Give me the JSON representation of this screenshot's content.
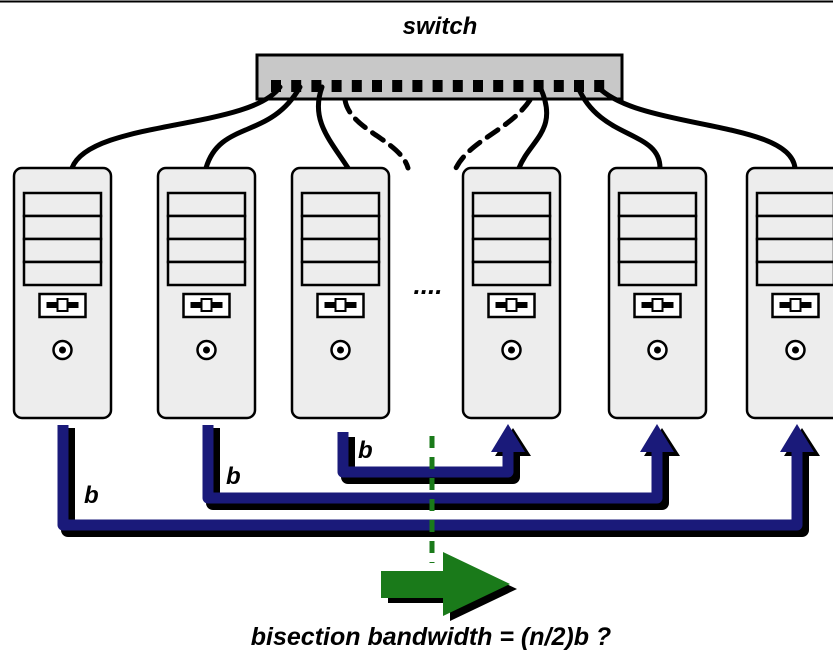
{
  "diagram": {
    "switch_label": "switch",
    "ellipsis": "....",
    "bandwidth_labels": [
      "b",
      "b",
      "b"
    ],
    "caption": "bisection bandwidth = (n/2)b ?",
    "colors": {
      "link_arrow": "#1a1a7a",
      "bisection_line": "#1a7a1a",
      "direction_arrow": "#1a7a1a",
      "computer_body": "#ededed",
      "switch_body": "#c8c8c8",
      "cable": "#000000"
    }
  }
}
